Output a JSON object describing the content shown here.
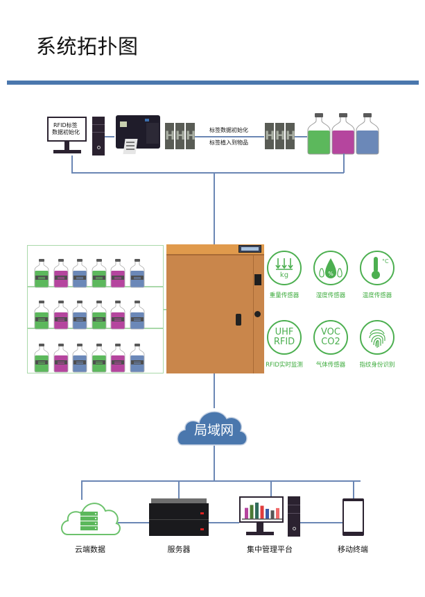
{
  "title": "系统拓扑图",
  "colors": {
    "accent": "#4a77ad",
    "line": "#6a86b4",
    "sensor_green": "#4caf50",
    "cabinet": "#c9864b",
    "liquid_green": "#5cb85c",
    "liquid_magenta": "#b5459e",
    "liquid_blue": "#6b88b8"
  },
  "top_row": {
    "monitor_text_line1": "RFID标签",
    "monitor_text_line2": "数据初始化",
    "link_label_1": "标签数据初始化",
    "link_label_2": "标签植入到物品",
    "tag_glyph": "H",
    "bottles": [
      "green",
      "magenta",
      "blue"
    ]
  },
  "shelves": {
    "rows": 3,
    "bottle_colors": [
      "green",
      "magenta",
      "blue",
      "green",
      "magenta",
      "blue"
    ]
  },
  "sensors": [
    {
      "icon": "weight-icon",
      "text": "kg",
      "label": "重量传感器"
    },
    {
      "icon": "humidity-icon",
      "text": "%",
      "label": "湿度传感器"
    },
    {
      "icon": "temperature-icon",
      "text": "°C",
      "label": "温度传感器"
    },
    {
      "icon": "uhf-rfid-icon",
      "text1": "UHF",
      "text2": "RFID",
      "label": "RFID实时监测"
    },
    {
      "icon": "voc-co2-icon",
      "text1": "VOC",
      "text2": "CO2",
      "label": "气体传感器"
    },
    {
      "icon": "fingerprint-icon",
      "label": "指纹身份识别"
    }
  ],
  "network": {
    "label": "局域网"
  },
  "endpoints": [
    {
      "icon": "cloud-server-icon",
      "label": "云端数据"
    },
    {
      "icon": "server-rack-icon",
      "label": "服务器"
    },
    {
      "icon": "management-pc-icon",
      "label": "集中管理平台"
    },
    {
      "icon": "mobile-phone-icon",
      "label": "移动终端"
    }
  ]
}
